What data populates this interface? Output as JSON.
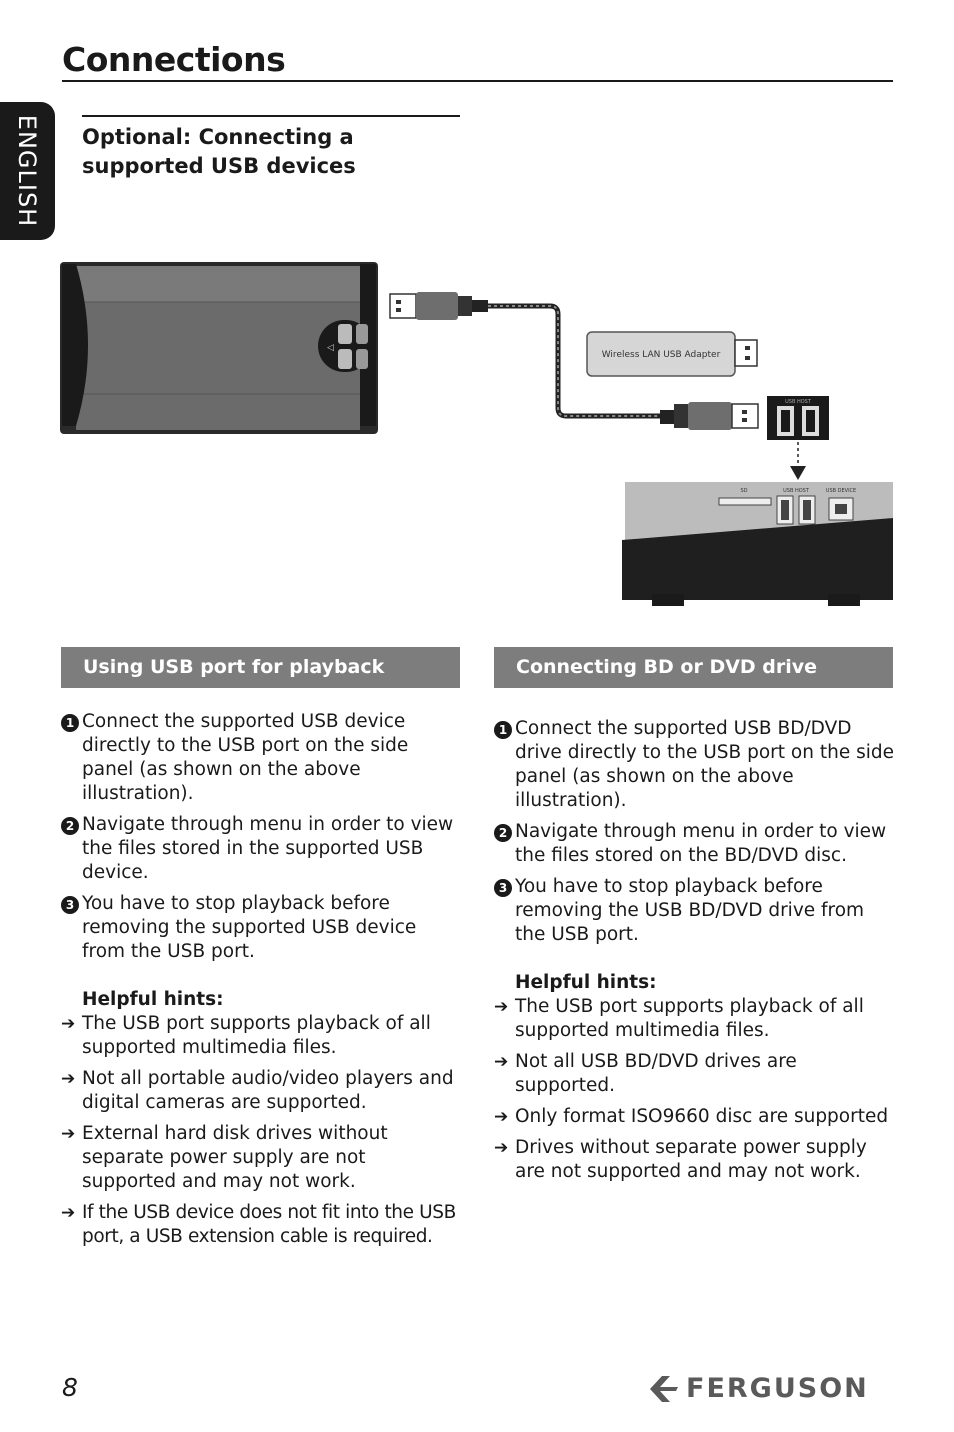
{
  "page": {
    "title": "Connections",
    "language_tab": "ENGLISH",
    "subtitle": "Optional: Connecting a supported USB devices",
    "page_number": "8",
    "brand": "FERGUSON"
  },
  "illustration": {
    "adapter_label": "Wireless LAN USB Adapter",
    "usb_host_label": "USB HOST",
    "usb_device_label": "USB DEVICE",
    "sd_label": "SD"
  },
  "left_column": {
    "header": "Using USB port for playback",
    "steps": [
      {
        "num": "1",
        "text": "Connect the supported USB device directly to the USB port on the side panel (as shown on the above illustration)."
      },
      {
        "num": "2",
        "text": "Navigate through menu in order to view the files stored in the supported USB device."
      },
      {
        "num": "3",
        "text": "You have to stop playback before removing the supported USB device from the USB port."
      }
    ],
    "hints_title": "Helpful hints:",
    "hints": [
      "The USB port supports playback of all supported multimedia files.",
      "Not all portable audio/video players and digital cameras are supported.",
      "External hard disk drives without separate power supply are not supported and may not work.",
      "If the USB device does not fit into the USB port, a USB extension cable is required."
    ]
  },
  "right_column": {
    "header": "Connecting BD or DVD drive",
    "steps": [
      {
        "num": "1",
        "text": "Connect the supported USB BD/DVD drive directly to the USB port on the side panel (as shown on the above illustration)."
      },
      {
        "num": "2",
        "text": "Navigate through menu in order to view the files stored on the BD/DVD disc."
      },
      {
        "num": "3",
        "text": "You have to stop playback before removing the USB BD/DVD drive from the USB port."
      }
    ],
    "hints_title": "Helpful hints:",
    "hints": [
      "The USB port supports playback of all supported multimedia files.",
      "Not all USB BD/DVD drives are supported.",
      "Only format ISO9660 disc are supported",
      "Drives without separate power supply are not supported and may not work."
    ]
  },
  "colors": {
    "header_bg": "#7d7d7d",
    "text": "#1a1a1a",
    "brand": "#5a5a5a"
  }
}
